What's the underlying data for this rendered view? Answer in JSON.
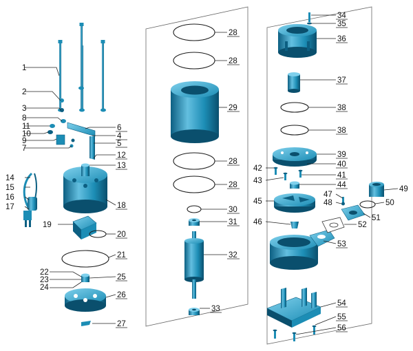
{
  "diagram": {
    "part_numbers": [
      "1",
      "2",
      "3",
      "8",
      "11",
      "10",
      "9",
      "7",
      "6",
      "4",
      "5",
      "12",
      "13",
      "14",
      "15",
      "16",
      "17",
      "18",
      "19",
      "20",
      "21",
      "22",
      "23",
      "24",
      "25",
      "26",
      "27",
      "28",
      "28",
      "29",
      "28",
      "28",
      "30",
      "31",
      "32",
      "33",
      "34",
      "35",
      "36",
      "37",
      "38",
      "38",
      "39",
      "40",
      "41",
      "42",
      "43",
      "44",
      "45",
      "46",
      "47",
      "48",
      "49",
      "50",
      "51",
      "52",
      "53",
      "54",
      "55",
      "56"
    ]
  },
  "colors": {
    "body": "#1c8db5",
    "body_dark": "#0c5f82",
    "body_light": "#63bfe0",
    "leader": "#222222",
    "panel": "#666666"
  }
}
